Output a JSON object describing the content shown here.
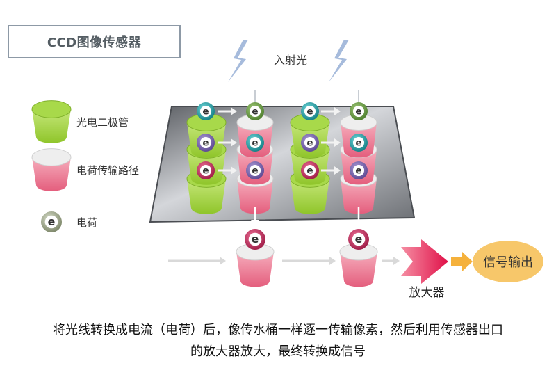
{
  "title": "CCD图像传感器",
  "incident_light": "入射光",
  "legend": {
    "photodiode": "光电二极管",
    "charge_path": "电荷传输路径",
    "charge": "电荷",
    "charge_symbol": "e"
  },
  "amplifier_label": "放大器",
  "output_label": "信号输出",
  "caption_line1": "将光线转换成电流（电荷）后，像传水桶一样逐一传输像素，然后利用传感器出口",
  "caption_line2": "的放大器放大，最终转换成信号",
  "colors": {
    "photodiode_green": "#9ed03a",
    "charge_path_pink": "#e86a86",
    "charge_teal": "#1fa3a8",
    "charge_purple": "#7b67b0",
    "charge_magenta": "#c2305f",
    "charge_gray": "#8f9a7a",
    "amplifier_red": "#e5144c",
    "output_orange": "#f5c25b",
    "lightning_blue": "#9fb5d8"
  }
}
